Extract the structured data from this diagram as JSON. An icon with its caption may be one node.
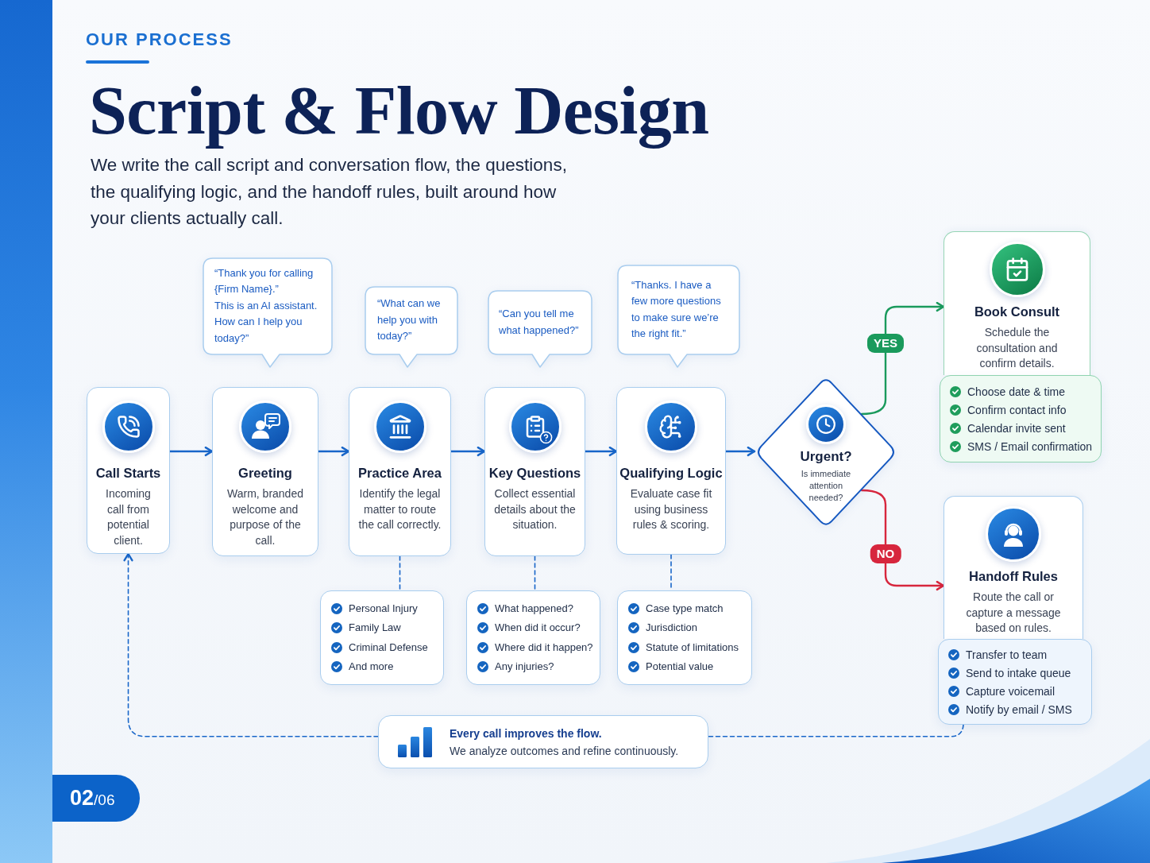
{
  "diagram": {
    "title": "Script & Flow Design",
    "nodes": [
      {
        "text": [
          "“Thank you for calling {Firm Name}.”",
          "This is an AI assistant. How can I help you today?”"
        ]
      },
      {
        "text": [
          "“What can we help you with today?”"
        ]
      },
      {
        "text": [
          "“Can you tell me what happened?”"
        ]
      },
      {
        "text": [
          "“Thanks. I have a few more questions to make sure we’re the right fit.”"
        ]
      },
      {
        "text": [
          "Book Consult",
          "Schedule the consultation and confirm details."
        ]
      },
      {
        "text": [
          "Choose date & time",
          "Confirm contact info",
          "Calendar invite sent",
          "SMS / Email confirmation"
        ]
      },
      {
        "text": [
          "Call Starts",
          "Incoming call from potential client."
        ]
      },
      {
        "text": [
          "Greeting",
          "Warm, branded welcome and purpose of the call."
        ]
      },
      {
        "text": [
          "Practice Area",
          "Identify the legal matter to route the call correctly."
        ]
      },
      {
        "text": [
          "Key Questions",
          "Collect essential details about the situation."
        ]
      },
      {
        "text": [
          "Qualifying Logic",
          "Evaluate case fit using business rules & scoring."
        ]
      },
      {
        "text": [
          "Urgent?",
          "Is immediate attention needed?"
        ]
      },
      {
        "text": [
          "Handoff Rules",
          "Route the call or capture a message based on rules."
        ]
      },
      {
        "text": [
          "Transfer to team",
          "Send to intake queue",
          "Capture voicemail",
          "Notify by email / SMS"
        ]
      },
      {
        "text": [
          "Personal Injury",
          "Family Law",
          "Criminal Defense",
          "And more"
        ]
      },
      {
        "text": [
          "What happened?",
          "When did it occur?",
          "Where did it happen?",
          "Any injuries?"
        ]
      },
      {
        "text": [
          "Case type match",
          "Jurisdiction",
          "Statute of limitations",
          "Potential value"
        ]
      },
      {
        "text": [
          "Every call improves the flow.",
          "We analyze outcomes and refine continuously."
        ]
      }
    ],
    "edges": [
      {
        "from": 6,
        "to": 7,
        "arrow": "to"
      },
      {
        "from": 7,
        "to": 8,
        "arrow": "to"
      },
      {
        "from": 8,
        "to": 9,
        "arrow": "to"
      },
      {
        "from": 9,
        "to": 10,
        "arrow": "to"
      },
      {
        "from": 10,
        "to": 11,
        "arrow": "to"
      },
      {
        "from": 11,
        "to": 4,
        "arrow": "to",
        "label": "YES",
        "color": "#1a9a5c"
      },
      {
        "from": 11,
        "to": 12,
        "arrow": "to",
        "label": "NO",
        "color": "#d7263d"
      },
      {
        "from": 8,
        "to": 14,
        "arrow": "none",
        "style": "dashed"
      },
      {
        "from": 9,
        "to": 15,
        "arrow": "none",
        "style": "dashed"
      },
      {
        "from": 10,
        "to": 16,
        "arrow": "none",
        "style": "dashed"
      },
      {
        "from": 13,
        "to": 17,
        "arrow": "none",
        "style": "dashed"
      },
      {
        "from": 17,
        "to": 6,
        "arrow": "to",
        "style": "dashed"
      }
    ],
    "labels": [
      "OUR PROCESS",
      "We write the call script and conversation flow, the questions, the qualifying logic, and the handoff rules, built around how your clients actually call.",
      "**02**/06"
    ]
  }
}
